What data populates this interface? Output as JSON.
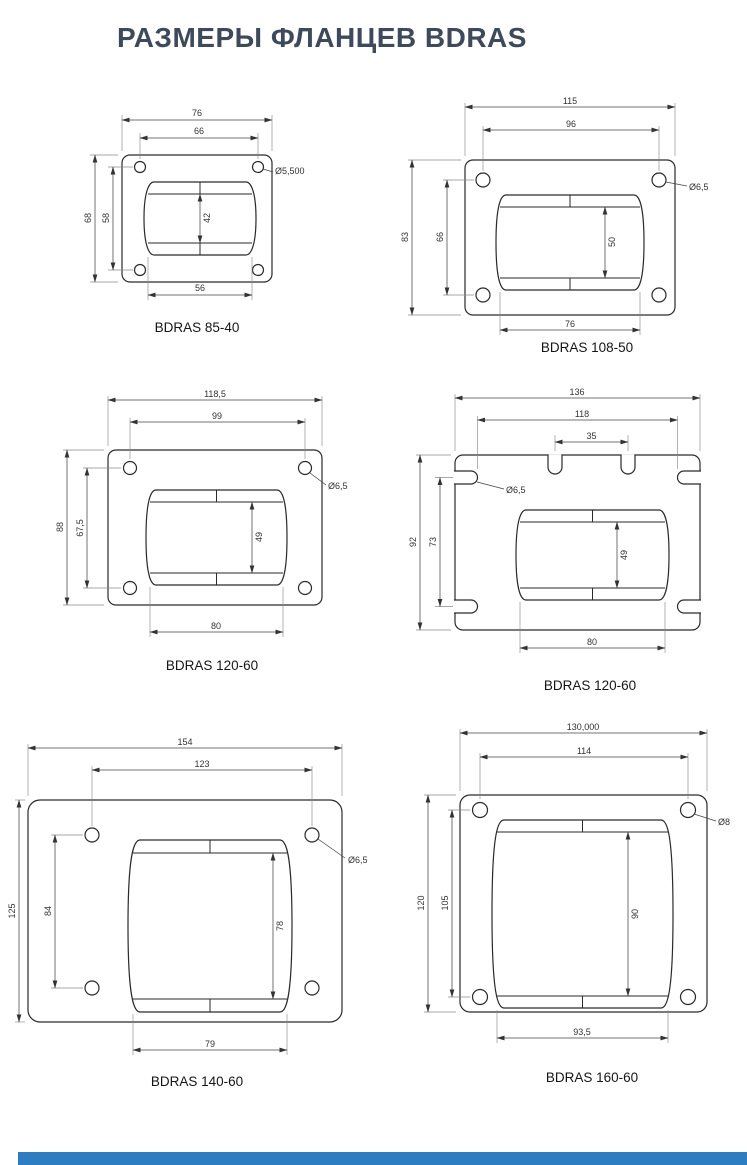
{
  "page": {
    "title": "РАЗМЕРЫ ФЛАНЦЕВ BDRAS",
    "title_color": "#3e4a5b",
    "footer_bar_color": "#2e7dc1",
    "line_color": "#2a2a2a"
  },
  "drawings": [
    {
      "caption": "BDRAS 85-40",
      "dims": {
        "w_outer": "76",
        "w_holes": "66",
        "h_outer": "68",
        "h_holes": "58",
        "h_window": "42",
        "w_window": "56",
        "hole": "Ø5,500"
      }
    },
    {
      "caption": "BDRAS 108-50",
      "dims": {
        "w_outer": "115",
        "w_holes": "96",
        "h_outer": "83",
        "h_holes": "66",
        "h_window": "50",
        "w_window": "76",
        "hole": "Ø6,5"
      }
    },
    {
      "caption": "BDRAS 120-60",
      "dims": {
        "w_outer": "118,5",
        "w_holes": "99",
        "h_outer": "88",
        "h_holes": "67,5",
        "h_window": "49",
        "w_window": "80",
        "hole": "Ø6,5"
      }
    },
    {
      "caption": "BDRAS 120-60",
      "dims": {
        "w_outer": "136",
        "w_holes": "118",
        "slot_span": "35",
        "h_outer": "92",
        "h_holes": "73",
        "h_window": "49",
        "w_window": "80",
        "hole": "Ø6,5"
      }
    },
    {
      "caption": "BDRAS 140-60",
      "dims": {
        "w_outer": "154",
        "w_holes": "123",
        "h_outer": "125",
        "h_holes": "84",
        "h_window": "78",
        "w_window": "79",
        "hole": "Ø6,5"
      }
    },
    {
      "caption": "BDRAS 160-60",
      "dims": {
        "w_outer": "130,000",
        "w_holes": "114",
        "h_outer": "120",
        "h_holes": "105",
        "h_window": "90",
        "w_window": "93,5",
        "hole": "Ø8"
      }
    }
  ]
}
